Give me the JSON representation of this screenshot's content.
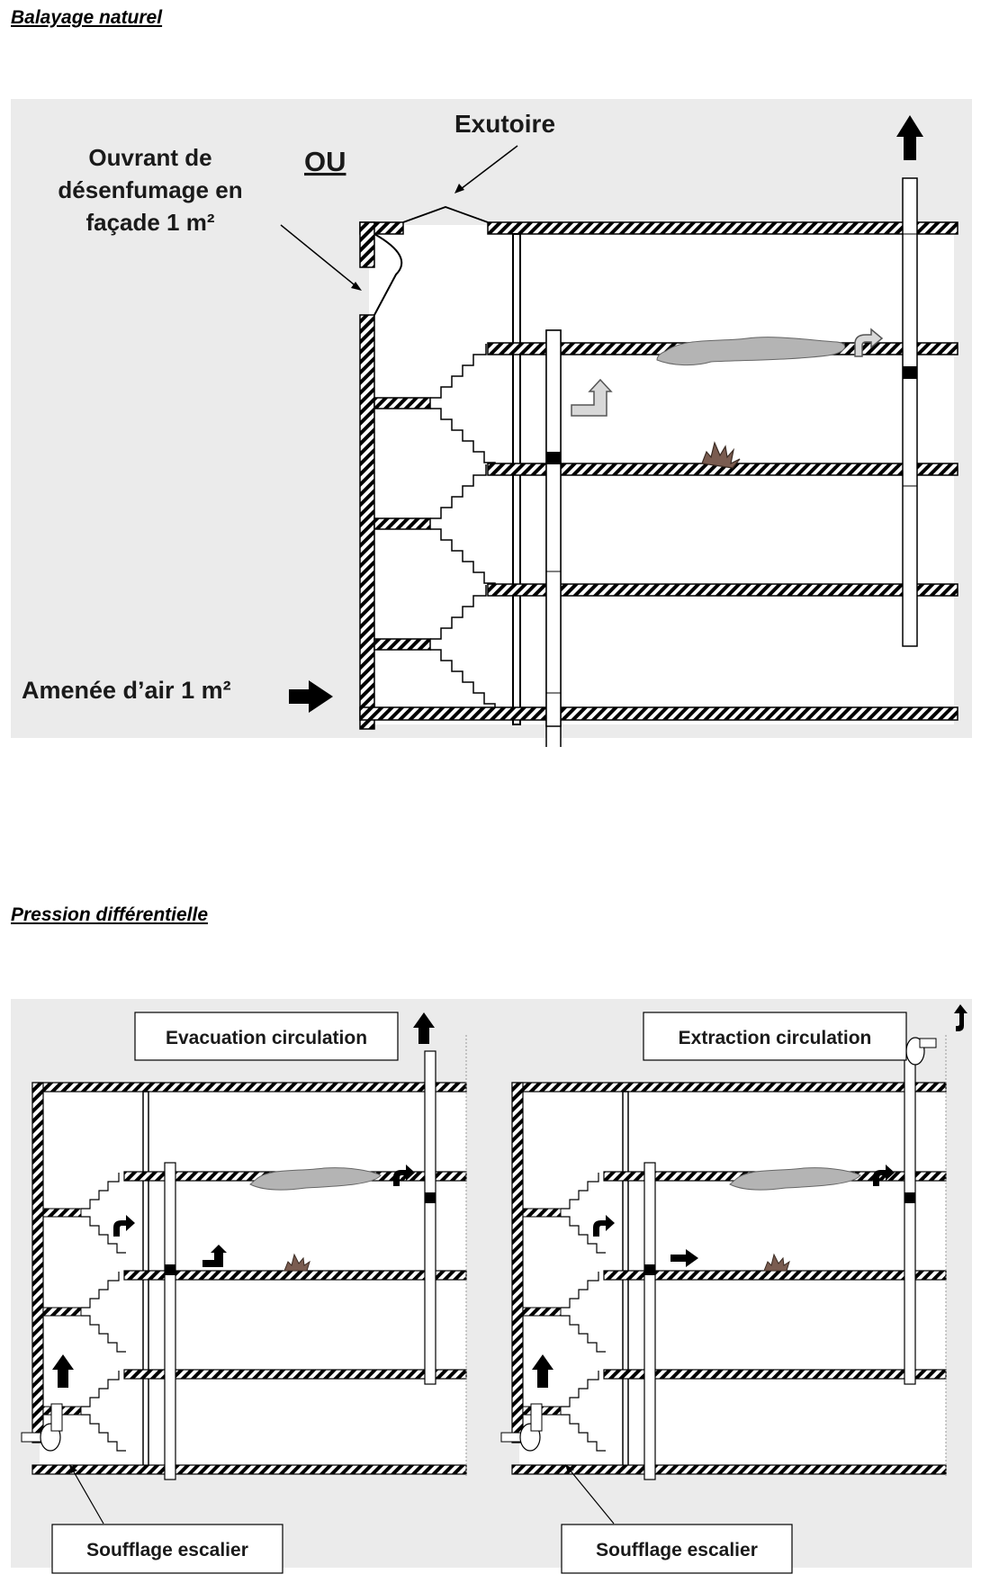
{
  "sections": {
    "natural": {
      "heading": "Balayage naturel"
    },
    "pressure": {
      "heading": "Pression différentielle"
    }
  },
  "diagram1": {
    "labels": {
      "ouvrant_l1": "Ouvrant de",
      "ouvrant_l2": "désenfumage en",
      "ouvrant_l3": "façade 1 m²",
      "ou": "OU",
      "exutoire": "Exutoire",
      "amenee": "Amenée d’air 1 m²"
    }
  },
  "diagram2": {
    "left": {
      "top_label": "Evacuation circulation",
      "bottom_label": "Soufflage escalier"
    },
    "right": {
      "top_label": "Extraction circulation",
      "bottom_label": "Soufflage escalier"
    }
  },
  "colors": {
    "panel_bg": "#ebebeb",
    "structure": "#000000",
    "smoke": "#b4b4b4"
  }
}
